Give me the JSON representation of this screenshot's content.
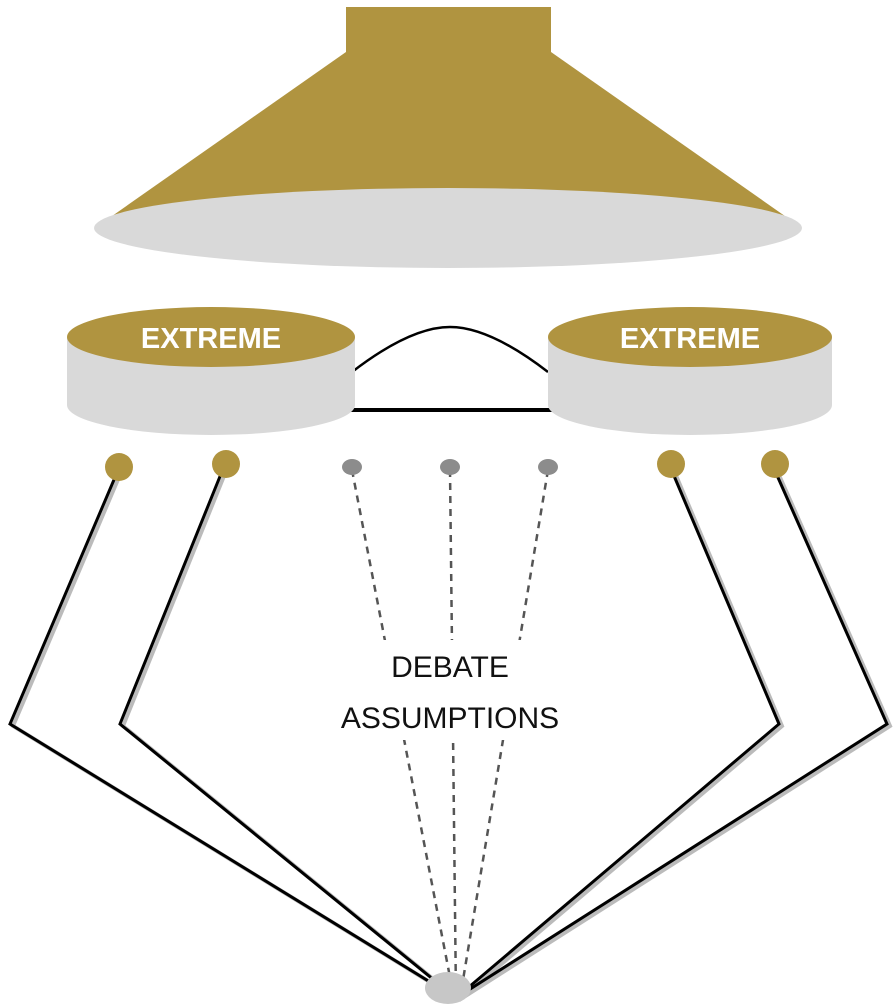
{
  "colors": {
    "gold": "#B09440",
    "light_gray": "#D9D9D9",
    "line_black": "#000000",
    "dash_gray": "#555555"
  },
  "labels": {
    "extreme_left": "EXTREME",
    "extreme_right": "EXTREME",
    "center_line1": "DEBATE",
    "center_line2": "ASSUMPTIONS"
  }
}
